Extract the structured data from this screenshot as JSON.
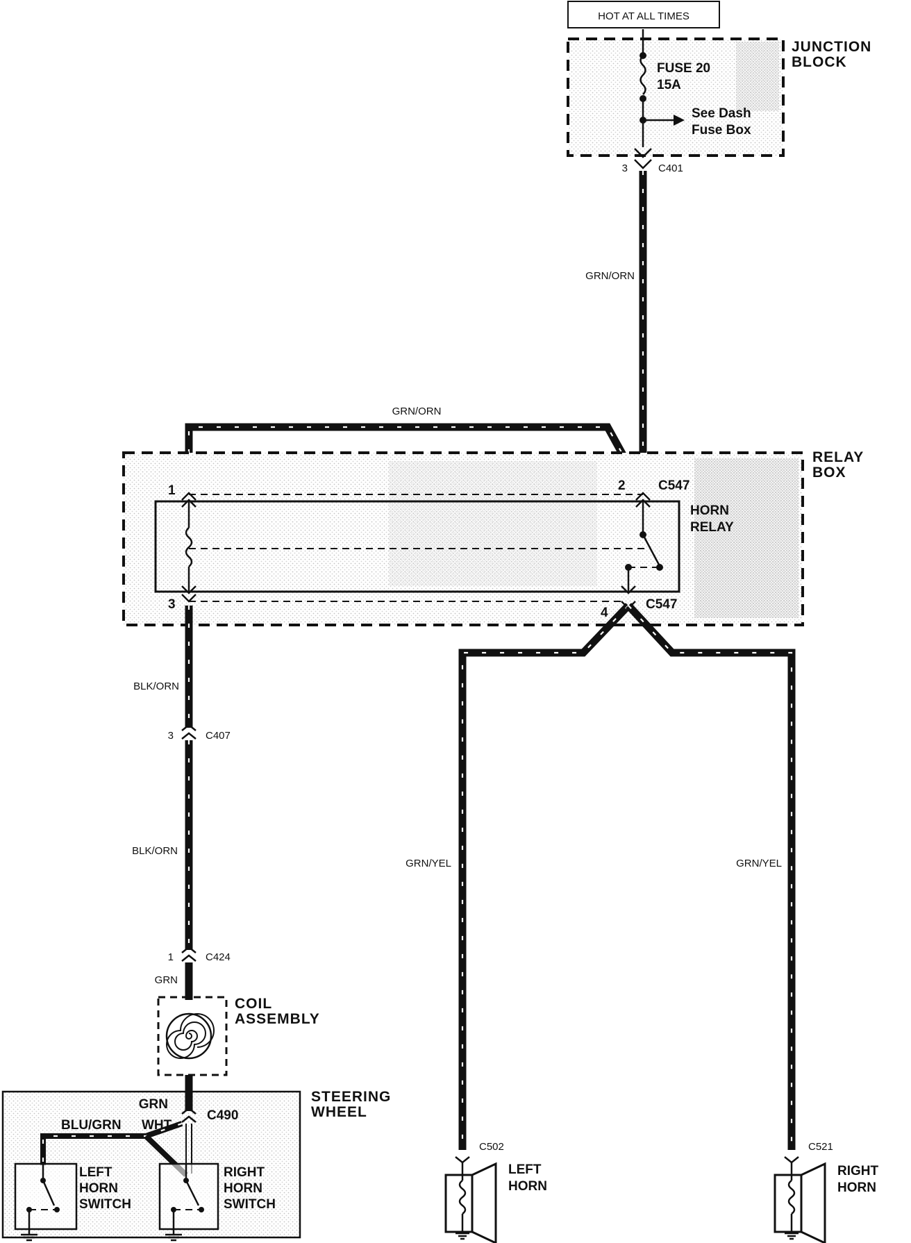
{
  "power": {
    "label": "HOT AT ALL TIMES"
  },
  "junction_block": {
    "line1": "JUNCTION",
    "line2": "BLOCK"
  },
  "fuse": {
    "name": "FUSE 20",
    "rating": "15A",
    "branch_line1": "See Dash",
    "branch_line2": "Fuse Box"
  },
  "connectors": {
    "c401": {
      "name": "C401",
      "pin": "3"
    },
    "c547_top": {
      "name": "C547",
      "pin": "2"
    },
    "c547_bottom": {
      "name": "C547",
      "pin": "4"
    },
    "relay_pin1": "1",
    "relay_pin3": "3",
    "c407": {
      "name": "C407",
      "pin": "3"
    },
    "c424": {
      "name": "C424",
      "pin": "1"
    },
    "c490": {
      "name": "C490"
    },
    "c502": {
      "name": "C502"
    },
    "c521": {
      "name": "C521"
    }
  },
  "wires": {
    "feed": "GRN/ORN",
    "relay_jumper": "GRN/ORN",
    "switch_upper": "BLK/ORN",
    "switch_lower": "BLK/ORN",
    "coil_in": "GRN",
    "coil_out": "GRN",
    "left_switch": "BLU/GRN",
    "right_switch": "WHT",
    "left_horn": "GRN/YEL",
    "right_horn": "GRN/YEL"
  },
  "relay_box": {
    "line1": "RELAY",
    "line2": "BOX"
  },
  "horn_relay": {
    "line1": "HORN",
    "line2": "RELAY"
  },
  "coil_assembly": {
    "line1": "COIL",
    "line2": "ASSEMBLY"
  },
  "steering_wheel": {
    "line1": "STEERING",
    "line2": "WHEEL"
  },
  "left_horn_switch": {
    "line1": "LEFT",
    "line2": "HORN",
    "line3": "SWITCH"
  },
  "right_horn_switch": {
    "line1": "RIGHT",
    "line2": "HORN",
    "line3": "SWITCH"
  },
  "left_horn": {
    "line1": "LEFT",
    "line2": "HORN"
  },
  "right_horn": {
    "line1": "RIGHT",
    "line2": "HORN"
  }
}
